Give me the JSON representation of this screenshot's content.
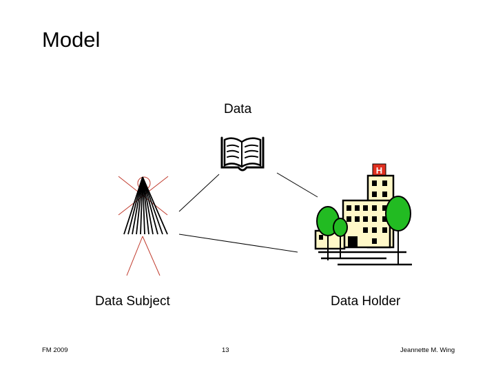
{
  "slide": {
    "title": "Model",
    "labels": {
      "data": "Data",
      "data_subject": "Data Subject",
      "data_holder": "Data Holder"
    },
    "hospital_sign": "H",
    "footer": {
      "left": "FM 2009",
      "page_number": "13",
      "author": "Jeannette M. Wing"
    },
    "colors": {
      "stick_figure_red": "#c0392b",
      "hospital_cross": "#e03020",
      "tree_green": "#22bb22",
      "building_fill": "#fff8c8"
    }
  }
}
